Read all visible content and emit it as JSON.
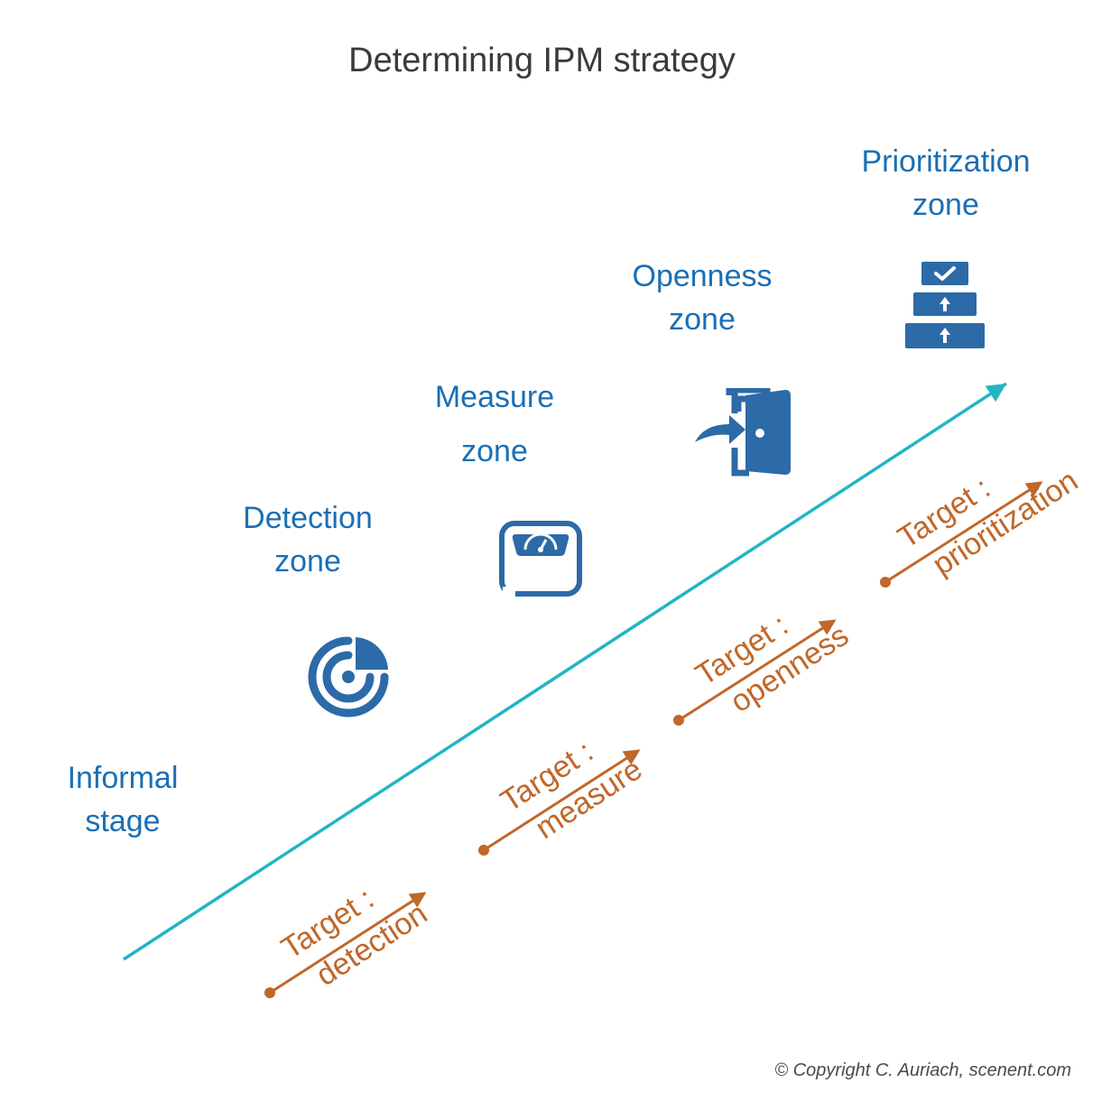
{
  "title": "Determining IPM strategy",
  "stages": {
    "informal": {
      "line1": "Informal",
      "line2": "stage"
    },
    "detection": {
      "line1": "Detection",
      "line2": "zone",
      "icon": "radar-icon"
    },
    "measure": {
      "line1": "Measure",
      "line2": "zone",
      "icon": "scale-icon"
    },
    "openness": {
      "line1": "Openness",
      "line2": "zone",
      "icon": "door-enter-icon"
    },
    "prioritization": {
      "line1": "Prioritization",
      "line2": "zone",
      "icon": "priority-stack-icon"
    }
  },
  "targets": {
    "detection": {
      "line1": "Target :",
      "line2": "detection"
    },
    "measure": {
      "line1": "Target :",
      "line2": "measure"
    },
    "openness": {
      "line1": "Target :",
      "line2": "openness"
    },
    "prioritization": {
      "line1": "Target :",
      "line2": "prioritization"
    }
  },
  "colors": {
    "zone_text": "#1a6fb5",
    "icon": "#2c6aa8",
    "main_arrow": "#22b5c4",
    "target": "#c0672a",
    "title": "#3b3b3b"
  },
  "copyright": "© Copyright C. Auriach, scenent.com"
}
